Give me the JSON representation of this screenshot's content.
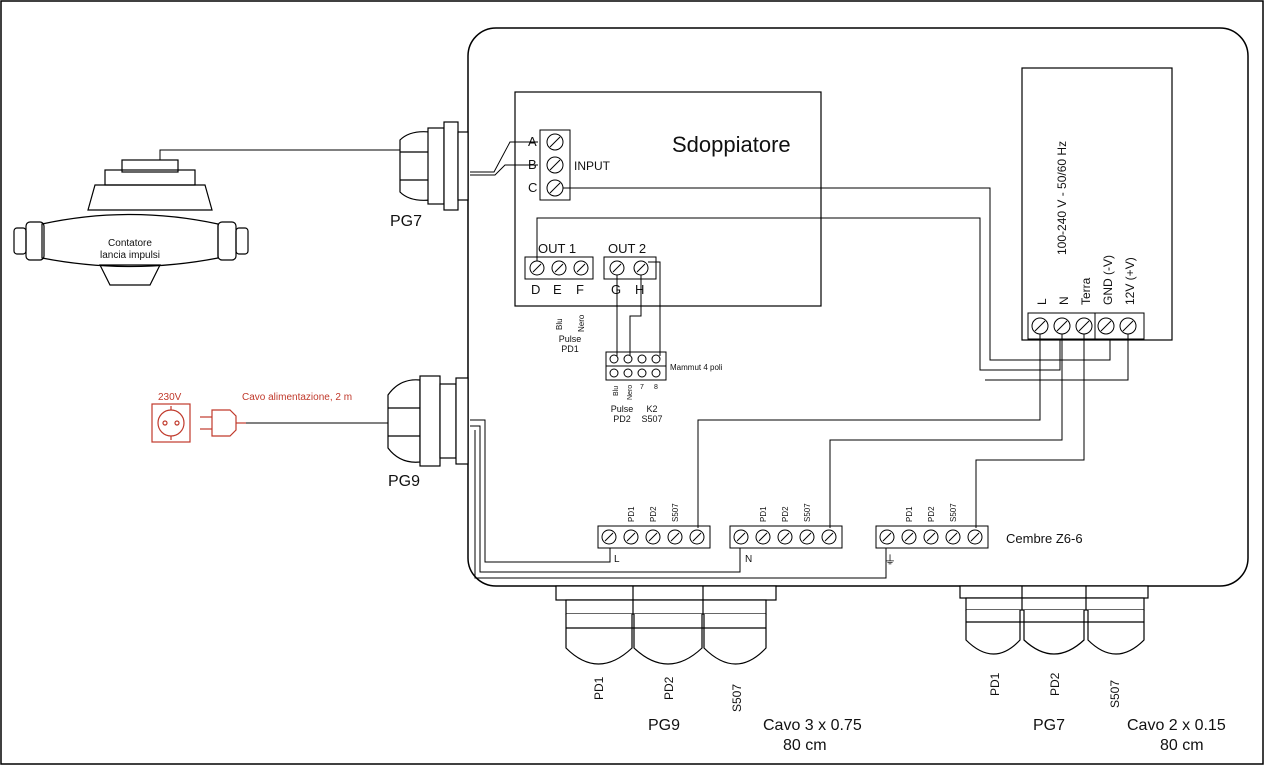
{
  "splitter": {
    "title": "Sdoppiatore",
    "input_label": "INPUT",
    "input_terminals": [
      "A",
      "B",
      "C"
    ],
    "out1_label": "OUT 1",
    "out1_terminals": [
      "D",
      "E",
      "F"
    ],
    "out2_label": "OUT 2",
    "out2_terminals": [
      "G",
      "H"
    ]
  },
  "meter": {
    "line1": "Contatore",
    "line2": "lancia impulsi"
  },
  "glands": {
    "pg7_left": "PG7",
    "pg9_left": "PG9",
    "pg9_bottom": "PG9",
    "pg7_bottom": "PG7"
  },
  "power": {
    "outlet_label": "230V",
    "cable_label": "Cavo alimentazione, 2 m"
  },
  "psu": {
    "spec": "100-240 V - 50/60 Hz",
    "terminals": [
      "L",
      "N",
      "Terra",
      "GND (-V)",
      "12V (+V)"
    ]
  },
  "pulse1": {
    "wire_blu": "Blu",
    "wire_nero": "Nero",
    "line1": "Pulse",
    "line2": "PD1"
  },
  "mammut": {
    "label": "Mammut 4 poli",
    "bottom_labels": [
      "Blu",
      "Nero",
      "7",
      "8"
    ],
    "pulse_line1": "Pulse",
    "pulse_line2": "PD2",
    "k_line1": "K2",
    "k_line2": "S507"
  },
  "cembre": {
    "label": "Cembre Z6-6",
    "top_labels": [
      "PD1",
      "PD2",
      "S507"
    ],
    "block_l": "L",
    "block_n": "N",
    "block_earth": "⏚"
  },
  "bottom_glands": {
    "left_labels": [
      "PD1",
      "PD2",
      "S507"
    ],
    "right_labels": [
      "PD1",
      "PD2",
      "S507"
    ]
  },
  "cables": {
    "left_line1": "Cavo 3 x 0.75",
    "left_line2": "80 cm",
    "right_line1": "Cavo 2 x 0.15",
    "right_line2": "80 cm"
  }
}
